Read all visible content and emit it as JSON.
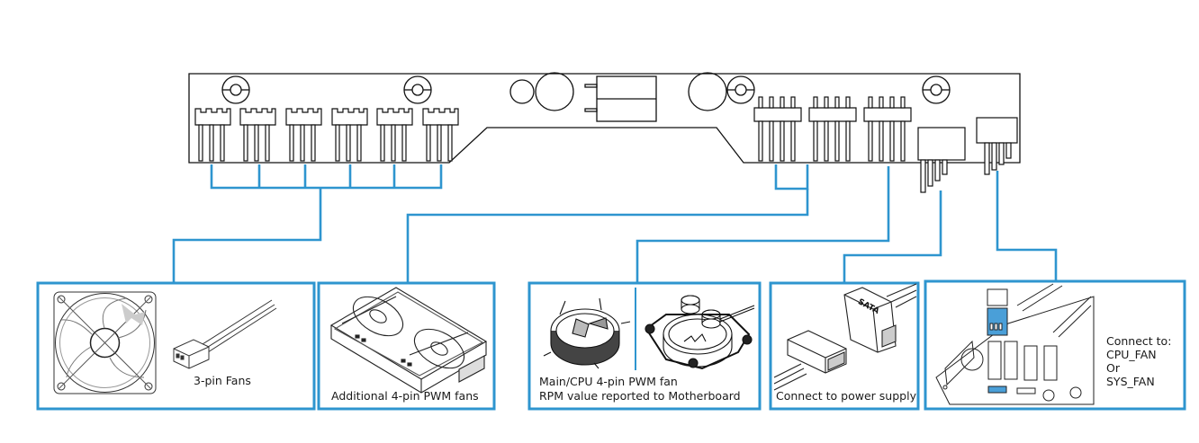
{
  "title": "Fan hub wiring diagram",
  "colors": {
    "wire": "#2e95cf",
    "outline": "#111111",
    "highlight": "#4a9fd8",
    "background": "#ffffff"
  },
  "hub": {
    "three_pin_headers": 6,
    "four_pin_pwm_headers": 3,
    "sata_power_connector": 1,
    "motherboard_connector": 1
  },
  "panels": [
    {
      "id": "three-pin-fans",
      "label": "3-pin Fans",
      "illustration": "case-fan-and-3pin-cable",
      "connected_headers": "6 x 3-pin headers"
    },
    {
      "id": "additional-pwm-fans",
      "label": "Additional 4-pin PWM fans",
      "illustration": "dual-fan-radiator",
      "connected_headers": "2 x 4-pin PWM headers"
    },
    {
      "id": "main-cpu-fan",
      "label_lines": [
        "Main/CPU 4-pin PWM fan",
        "RPM value reported to Motherboard"
      ],
      "illustration": "cpu-cooler-and-water-block",
      "connected_headers": "1 x 4-pin PWM header (main)"
    },
    {
      "id": "power-supply",
      "label": "Connect to power supply",
      "illustration": "sata-power-connector",
      "connector_text": "SATA"
    },
    {
      "id": "motherboard",
      "label_lines": [
        "Connect to:",
        "CPU_FAN",
        "Or",
        "SYS_FAN"
      ],
      "illustration": "motherboard-fan-header"
    }
  ]
}
